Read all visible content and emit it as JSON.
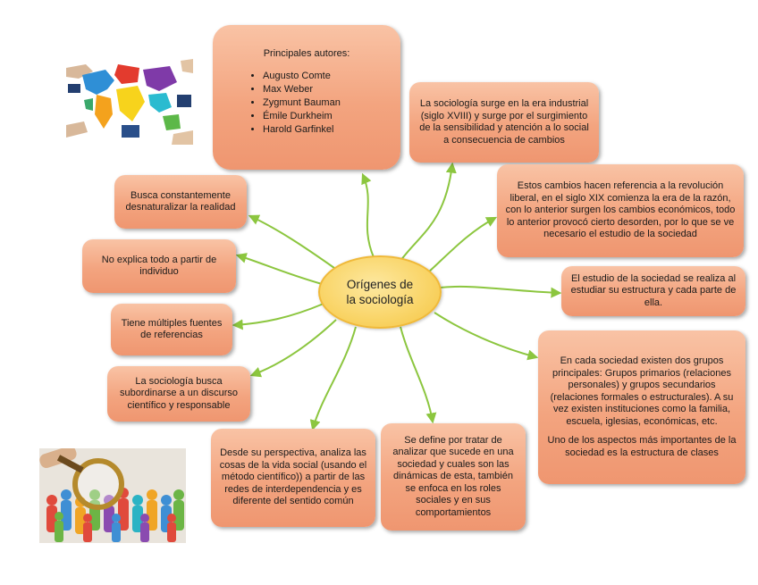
{
  "center": {
    "line1": "Orígenes de",
    "line2": "la sociología"
  },
  "authors": {
    "title": "Principales autores:",
    "names": [
      "Augusto Comte",
      "Max Weber",
      "Zygmunt Bauman",
      "Émile Durkheim",
      "Harold Garfinkel"
    ]
  },
  "boxes": {
    "era_industrial": "La sociología surge en la era industrial (siglo XVIII) y surge por el surgimiento de la sensibilidad y atención a lo social a consecuencia de cambios",
    "revolucion": "Estos cambios hacen referencia a la revolución liberal, en el siglo XIX comienza la era de la razón, con lo anterior surgen los cambios económicos, todo lo anterior provocó cierto desorden, por lo que se ve necesario el estudio de la sociedad",
    "estudio": "El estudio de la sociedad se realiza al estudiar su estructura y cada parte de ella.",
    "grupos_p1": "En cada sociedad existen dos grupos principales: Grupos primarios (relaciones personales) y grupos secundarios (relaciones formales o estructurales). A su vez existen instituciones como la familia, escuela, iglesias, económicas, etc.",
    "grupos_p2": "Uno de los aspectos más importantes de la sociedad es la estructura de clases",
    "dinamicas": "Se define por tratar de analizar que sucede en una sociedad y cuales son las dinámicas de esta, también se enfoca en los roles sociales y en sus comportamientos",
    "perspectiva": "Desde su perspectiva, analiza las cosas de la vida social (usando el método científico)) a partir de las redes de interdependencia y es diferente del sentido común",
    "discurso": "La sociología busca subordinarse a un discurso científico y responsable",
    "fuentes": "Tiene múltiples fuentes de referencias",
    "individuo": "No explica todo a partir de individuo",
    "desnaturalizar": "Busca constantemente desnaturalizar la realidad"
  },
  "images": {
    "top_left": "world-map-puzzle-hands-image",
    "bottom_left": "magnifier-crowd-image"
  },
  "colors": {
    "box_fill": "#f3a47f",
    "center_fill": "#f9d466",
    "connector": "#8cc63f",
    "background": "#ffffff"
  }
}
